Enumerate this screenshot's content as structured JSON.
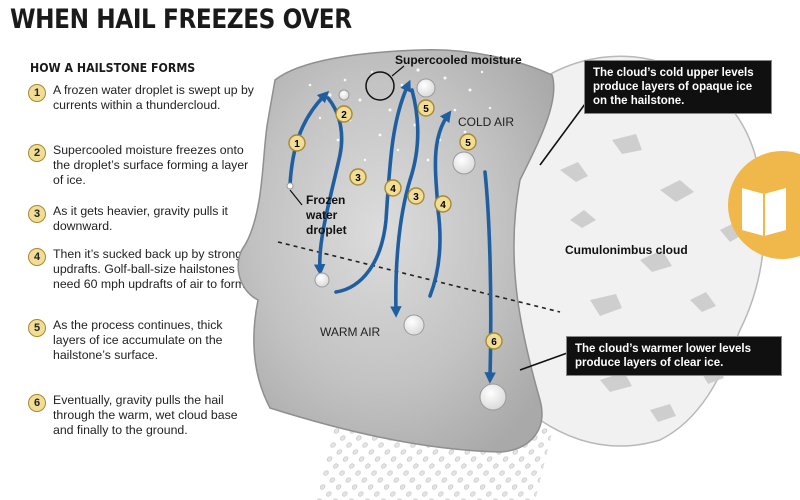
{
  "title": "WHEN HAIL FREEZES OVER",
  "subtitle": "HOW A HAILSTONE FORMS",
  "steps": [
    {
      "num": "1",
      "text": "A frozen water droplet is swept up by currents within a thundercloud."
    },
    {
      "num": "2",
      "text": "Supercooled moisture freezes onto the droplet’s surface forming a layer of ice."
    },
    {
      "num": "3",
      "text": "As it gets heavier, gravity pulls it downward."
    },
    {
      "num": "4",
      "text": "Then it’s sucked back up by strong updrafts. Golf-ball-size hailstones need 60 mph updrafts of air to form."
    },
    {
      "num": "5",
      "text": "As the process continues, thick layers of ice accumulate on the hailstone’s surface."
    },
    {
      "num": "6",
      "text": "Eventually, gravity pulls the hail through the warm, wet cloud base and finally to the ground."
    }
  ],
  "diagram": {
    "supercooled_label": "Supercooled moisture",
    "cold_air_label": "COLD AIR",
    "warm_air_label": "WARM AIR",
    "cloud_label": "Cumulonimbus cloud",
    "droplet_label": [
      "Frozen",
      "water",
      "droplet"
    ],
    "callout_upper": "The cloud’s cold upper levels produce layers of opaque ice on the hailstone.",
    "callout_lower": "The cloud’s warmer lower levels produce layers of clear ice.",
    "badge_color": "#f2dd96",
    "arrow_color": "#1f5fa0",
    "book_icon_color": "#f0b84a",
    "markers": {
      "m1": "1",
      "m2": "2",
      "m3a": "3",
      "m3b": "3",
      "m4a": "4",
      "m4b": "4",
      "m5a": "5",
      "m5b": "5",
      "m6": "6"
    }
  }
}
